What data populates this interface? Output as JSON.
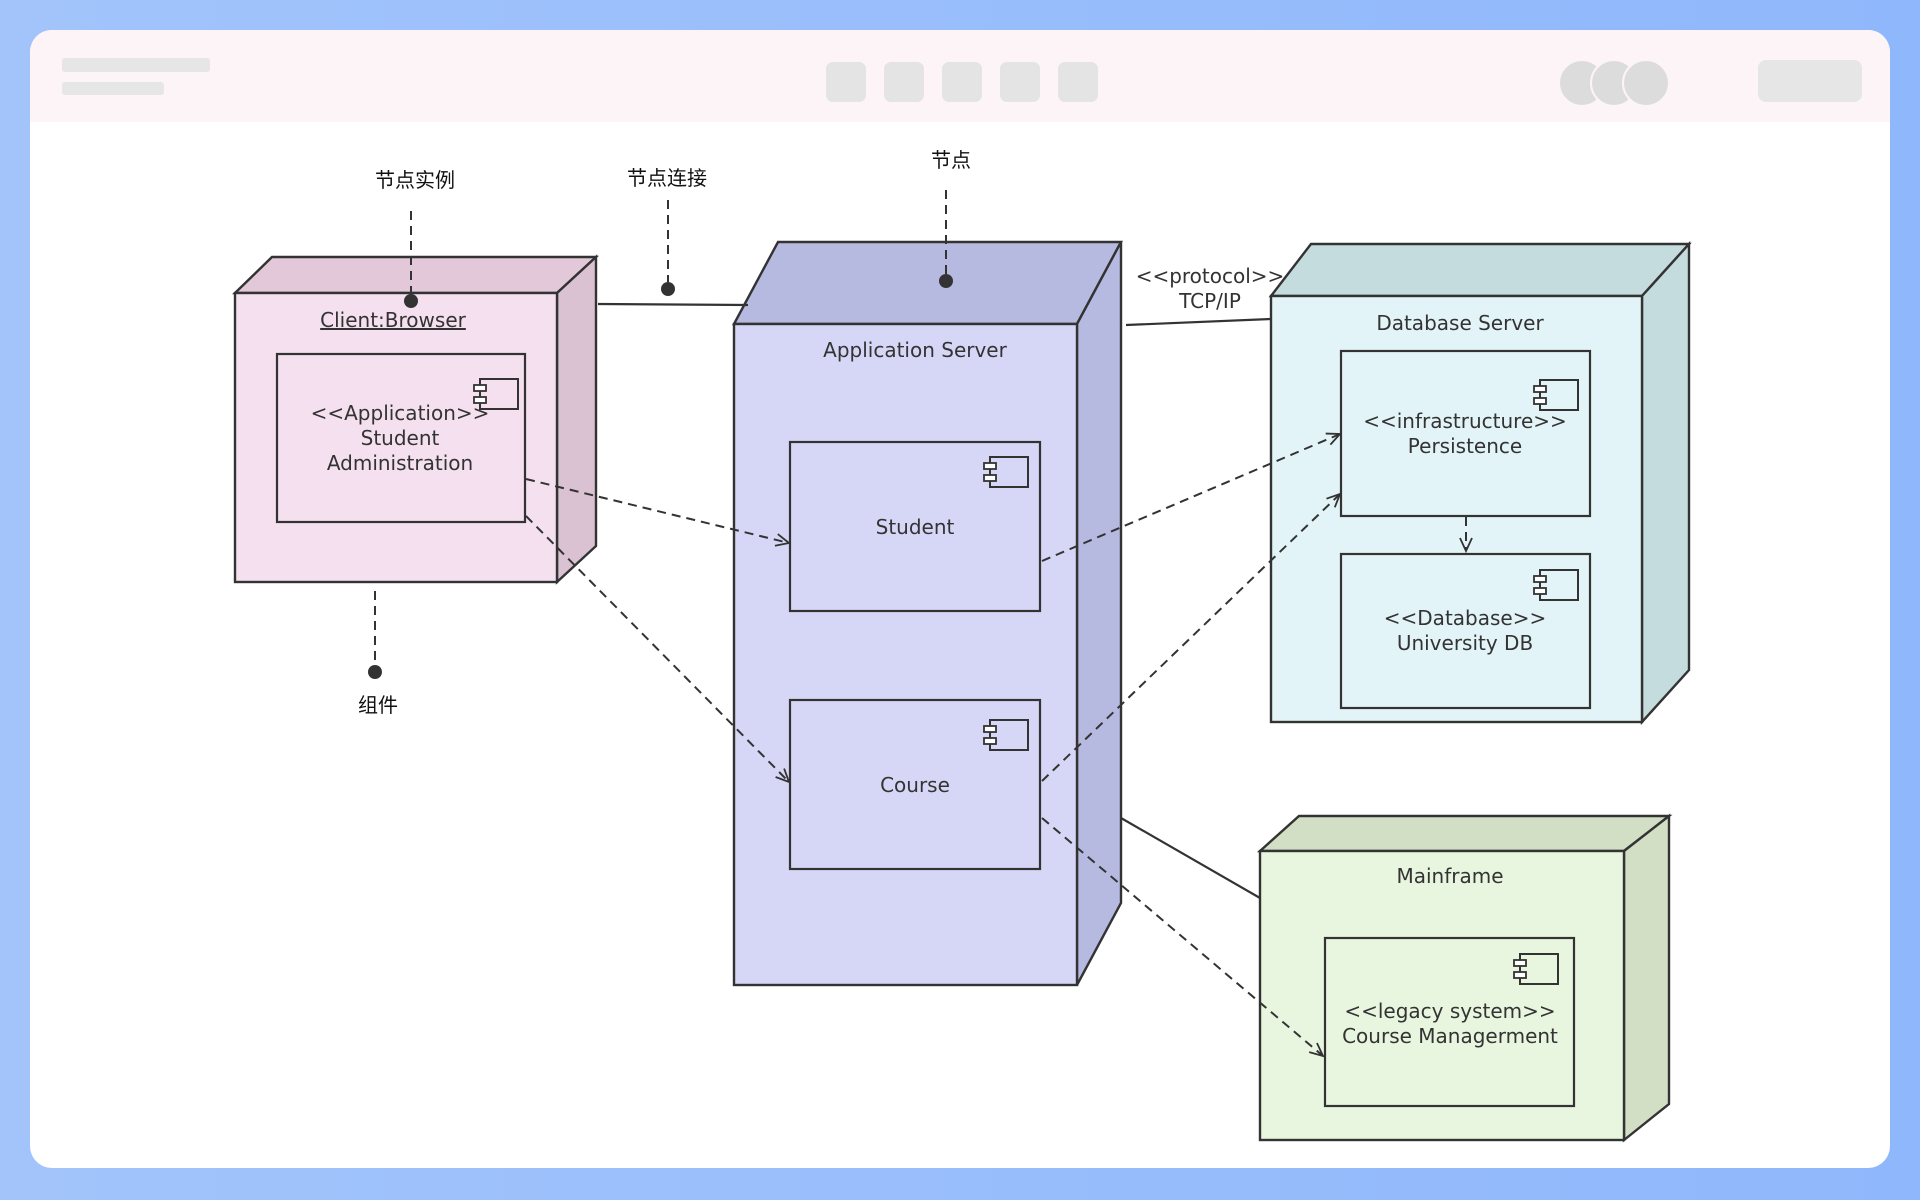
{
  "annotations": {
    "node_instance": "节点实例",
    "node_connection": "节点连接",
    "node": "节点",
    "component": "组件"
  },
  "nodes": {
    "client": {
      "title": "Client:Browser",
      "color": "#f4e0ee",
      "component": {
        "line1": "<<Application>>",
        "line2": "Student",
        "line3": "Administration"
      }
    },
    "app_server": {
      "title": "Application Server",
      "color": "#d6d7f6",
      "components": {
        "student": "Student",
        "course": "Course"
      }
    },
    "db_server": {
      "title": "Database Server",
      "color": "#e2f4f7",
      "components": {
        "persistence": {
          "line1": "<<infrastructure>>",
          "line2": "Persistence"
        },
        "university_db": {
          "line1": "<<Database>>",
          "line2": "University DB"
        }
      }
    },
    "mainframe": {
      "title": "Mainframe",
      "color": "#e8f6e0",
      "component": {
        "line1": "<<legacy system>>",
        "line2": "Course Managerment"
      }
    }
  },
  "connection": {
    "stereotype": "<<protocol>>",
    "name": "TCP/IP"
  }
}
